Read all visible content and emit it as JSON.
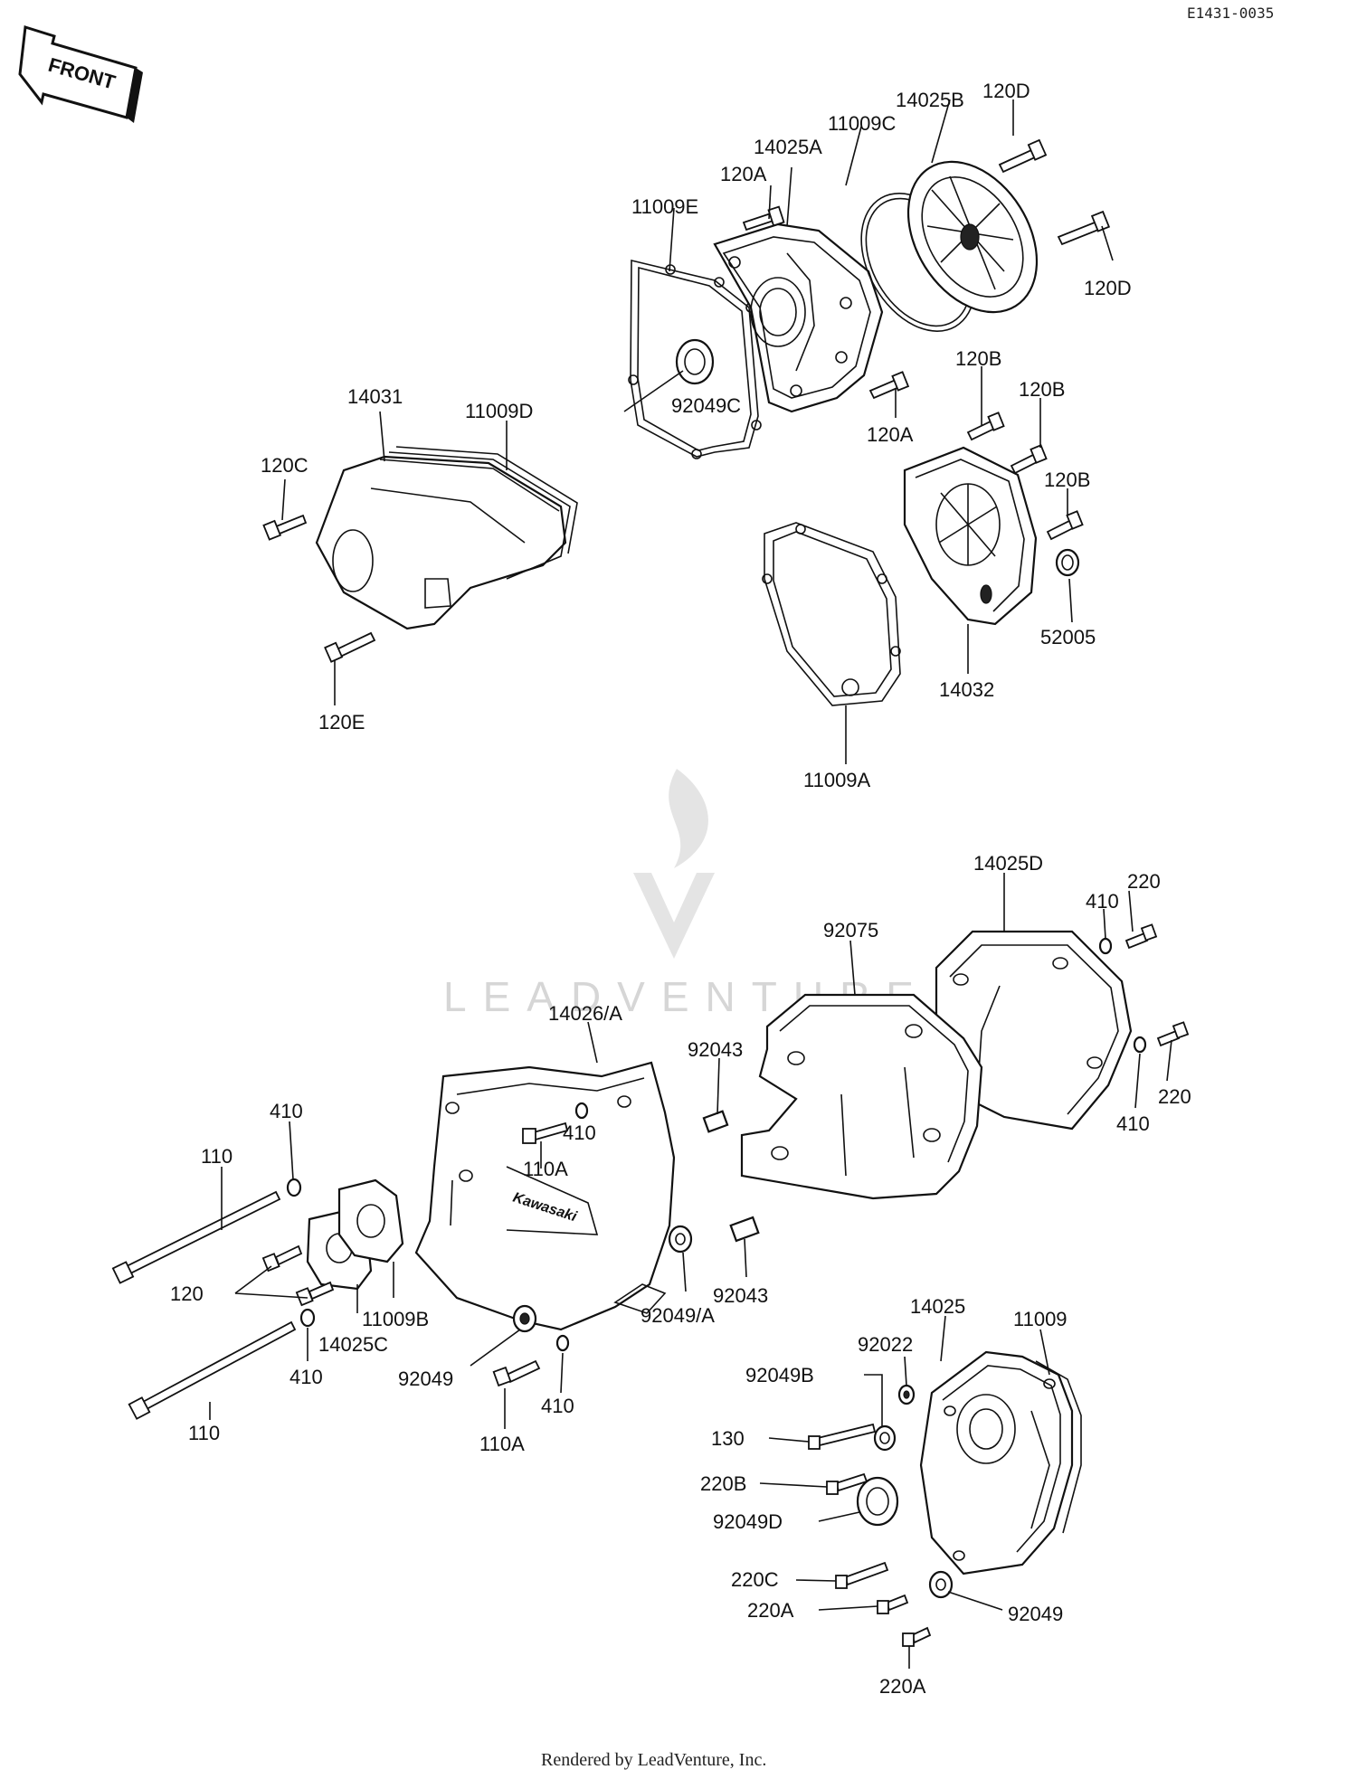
{
  "diagram": {
    "code": "E1431-0035",
    "direction_label": "FRONT",
    "watermark": "LEADVENTURE",
    "footer": "Rendered by LeadVenture, Inc."
  },
  "labels": {
    "l120D_a": "120D",
    "l14025B": "14025B",
    "l11009C": "11009C",
    "l14025A": "14025A",
    "l120A_a": "120A",
    "l11009E": "11009E",
    "l120D_b": "120D",
    "l92049C": "92049C",
    "l14031": "14031",
    "l11009D": "11009D",
    "l120C": "120C",
    "l120E": "120E",
    "l120B_a": "120B",
    "l120B_b": "120B",
    "l120A_b": "120A",
    "l120B_c": "120B",
    "l52005": "52005",
    "l14032": "14032",
    "l11009A": "11009A",
    "l14025D": "14025D",
    "l220_a": "220",
    "l410_a": "410",
    "l92075": "92075",
    "l14026A": "14026/A",
    "l92043_a": "92043",
    "l220_b": "220",
    "l410_b": "410",
    "l410_c": "410",
    "l410_d": "410",
    "l110_a": "110",
    "l110A_a": "110A",
    "l120": "120",
    "l11009B": "11009B",
    "l14025C": "14025C",
    "l92049_a": "92049",
    "l92049A": "92049/A",
    "l92043_b": "92043",
    "l410_e": "410",
    "l110_b": "110",
    "l110A_b": "110A",
    "l410_f": "410",
    "l14025": "14025",
    "l11009": "11009",
    "l92022": "92022",
    "l92049B": "92049B",
    "l130": "130",
    "l220B": "220B",
    "l92049D": "92049D",
    "l220C": "220C",
    "l220A_a": "220A",
    "l92049_b": "92049",
    "l220A_b": "220A"
  }
}
